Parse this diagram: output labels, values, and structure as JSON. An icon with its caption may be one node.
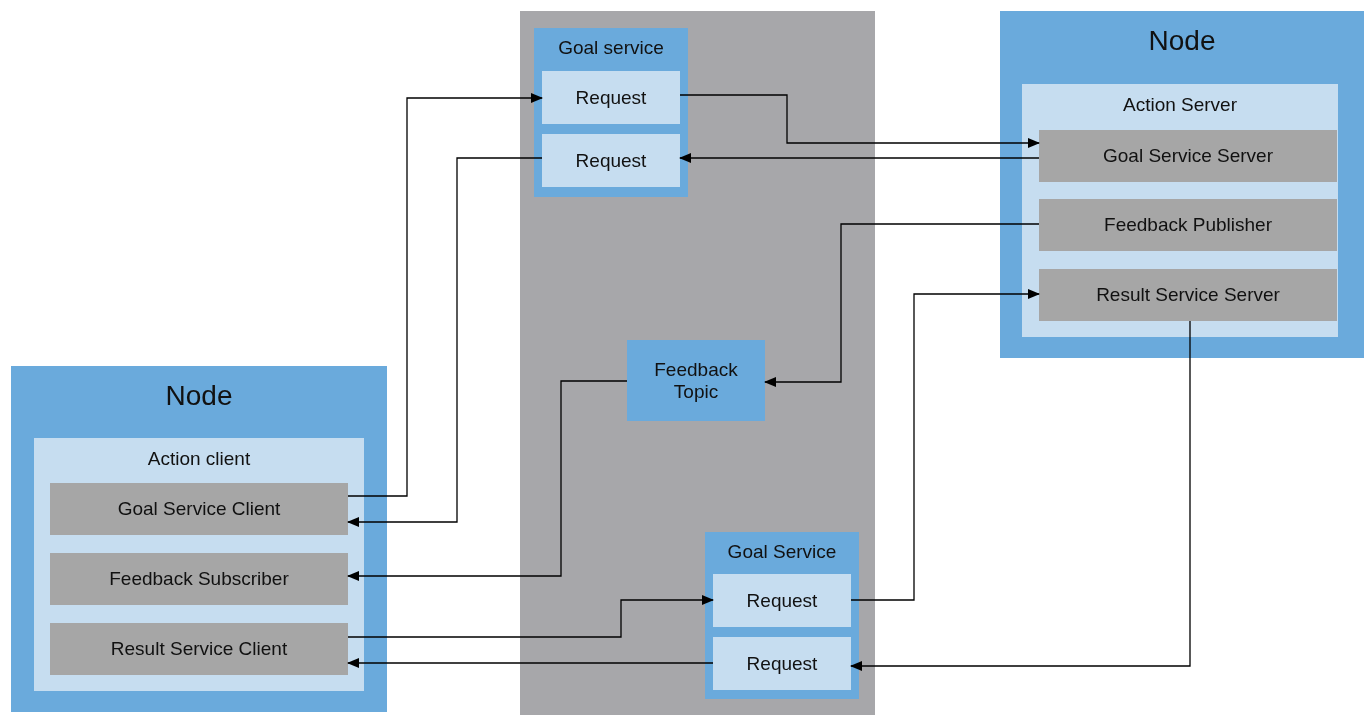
{
  "diagram": {
    "nodes": [
      {
        "text": [],
        "shape": "box"
      },
      {
        "text": [
          "Goal service"
        ],
        "in": 0
      },
      {
        "text": [
          "Request"
        ],
        "in": 1
      },
      {
        "text": [
          "Request"
        ],
        "in": 1
      },
      {
        "text": [
          "Node"
        ]
      },
      {
        "text": [
          "Action Server"
        ],
        "in": 4
      },
      {
        "text": [
          "Goal Service Server"
        ],
        "in": 5
      },
      {
        "text": [
          "Feedback Publisher"
        ],
        "in": 5
      },
      {
        "text": [
          "Result Service Server"
        ],
        "in": 5
      },
      {
        "text": [
          "Node"
        ]
      },
      {
        "text": [
          "Action client"
        ],
        "in": 9
      },
      {
        "text": [
          "Goal Service Client"
        ],
        "in": 10
      },
      {
        "text": [
          "Feedback Subscriber"
        ],
        "in": 10
      },
      {
        "text": [
          "Result Service Client"
        ],
        "in": 10
      },
      {
        "text": [
          "Feedback Topic"
        ],
        "in": 0
      },
      {
        "text": [
          "Goal Service"
        ],
        "in": 0
      },
      {
        "text": [
          "Request"
        ],
        "in": 15
      },
      {
        "text": [
          "Request"
        ],
        "in": 15
      }
    ],
    "edges": [
      {
        "from": 11,
        "to": 2,
        "arrow": "to"
      },
      {
        "from": 2,
        "to": 6,
        "arrow": "to"
      },
      {
        "from": 6,
        "to": 3,
        "arrow": "to"
      },
      {
        "from": 3,
        "to": 11,
        "arrow": "to"
      },
      {
        "from": 7,
        "to": 14,
        "arrow": "to"
      },
      {
        "from": 14,
        "to": 12,
        "arrow": "to"
      },
      {
        "from": 13,
        "to": 16,
        "arrow": "to"
      },
      {
        "from": 16,
        "to": 8,
        "arrow": "to"
      },
      {
        "from": 8,
        "to": 17,
        "arrow": "to"
      },
      {
        "from": 17,
        "to": 13,
        "arrow": "to"
      }
    ]
  }
}
